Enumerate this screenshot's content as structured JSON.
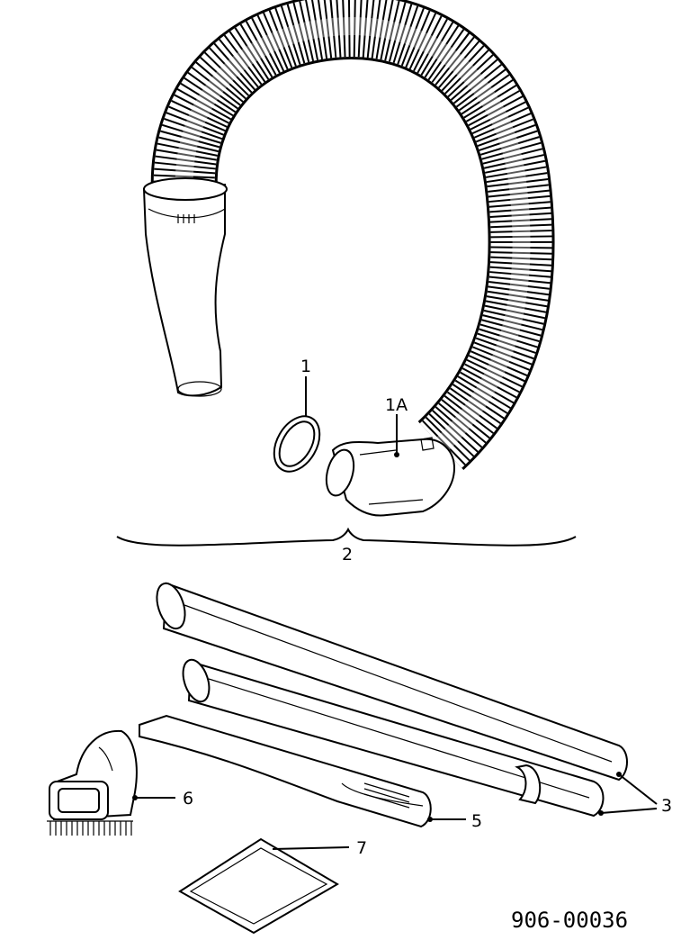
{
  "diagram": {
    "labels": {
      "p1": "1",
      "p1a": "1A",
      "p2": "2",
      "p3": "3",
      "p5": "5",
      "p6": "6",
      "p7": "7"
    },
    "drawing_number": "906-00036"
  }
}
